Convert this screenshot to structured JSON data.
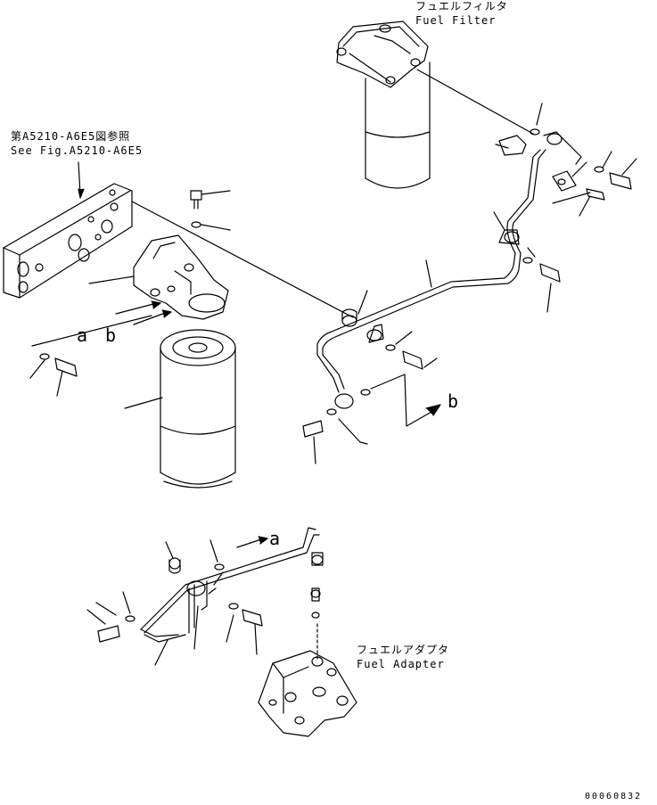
{
  "labels": {
    "fuel_filter_jp": "フュエルフィルタ",
    "fuel_filter_en": "Fuel Filter",
    "see_fig_jp": "第A5210-A6E5図参照",
    "see_fig_en": "See Fig.A5210-A6E5",
    "fuel_adapter_jp": "フュエルアダプタ",
    "fuel_adapter_en": "Fuel Adapter",
    "arrow_a_upper": "a",
    "arrow_b_upper": "b",
    "arrow_b_right": "b",
    "arrow_a_lower": "a",
    "drawing_code": "00060832"
  }
}
